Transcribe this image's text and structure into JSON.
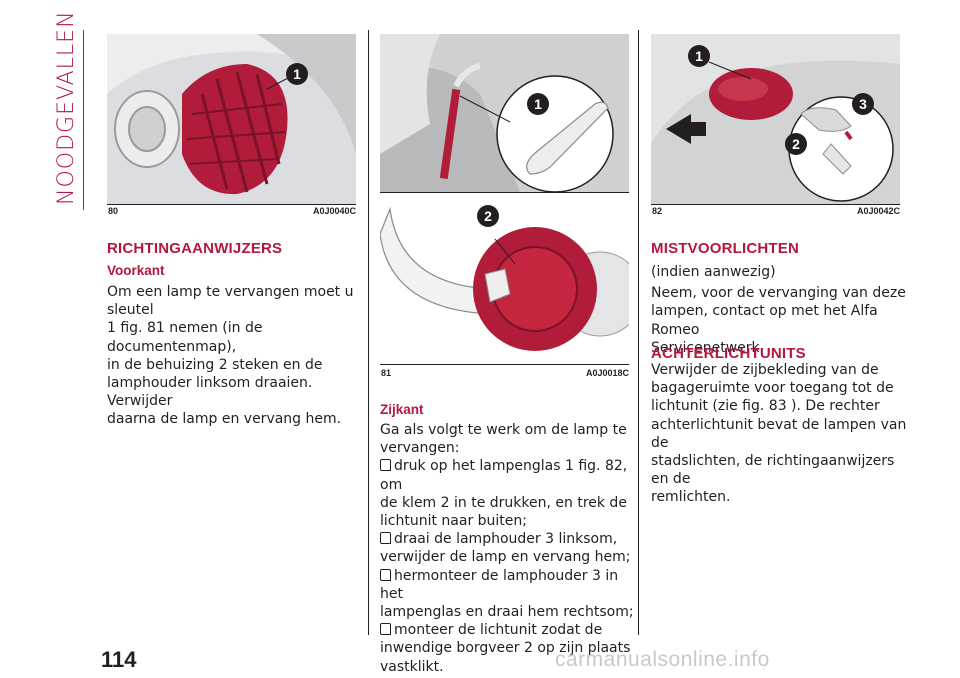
{
  "section_tab": "NOODGEVALLEN",
  "page_number": "114",
  "watermark": "carmanualsonline.info",
  "figures": {
    "fig80": {
      "number": "80",
      "code": "A0J0040C",
      "callouts": [
        "1"
      ]
    },
    "fig81": {
      "number": "81",
      "code": "A0J0018C",
      "callouts": [
        "1",
        "2"
      ]
    },
    "fig82": {
      "number": "82",
      "code": "A0J0042C",
      "callouts": [
        "1",
        "2",
        "3"
      ]
    }
  },
  "col1": {
    "heading": "RICHTINGAANWIJZERS",
    "subheading": "Voorkant",
    "lines": [
      "Om een lamp te vervangen moet u sleutel",
      "1 fig. 81 nemen (in de documentenmap),",
      "in de behuizing 2 steken en de",
      "lamphouder linksom draaien. Verwijder",
      "daarna de lamp en vervang hem."
    ]
  },
  "col2": {
    "subheading": "Zijkant",
    "intro_lines": [
      "Ga als volgt te werk om de lamp te",
      "vervangen:"
    ],
    "bullets": [
      {
        "first": "druk op het lampenglas 1 fig. 82, om",
        "rest": [
          "de klem 2 in te drukken, en trek de",
          "lichtunit naar buiten;"
        ]
      },
      {
        "first": "draai de lamphouder 3 linksom,",
        "rest": [
          "verwijder de lamp en vervang hem;"
        ]
      },
      {
        "first": "hermonteer de lamphouder 3 in het",
        "rest": [
          "lampenglas en draai hem rechtsom;"
        ]
      },
      {
        "first": "monteer de lichtunit zodat de",
        "rest": [
          "inwendige borgveer 2 op zijn plaats",
          "vastklikt."
        ]
      }
    ]
  },
  "col3": {
    "heading1": "MISTVOORLICHTEN",
    "h1_lines": [
      "(indien aanwezig)",
      "Neem, voor de vervanging van deze",
      "lampen, contact op met het Alfa Romeo",
      "Servicenetwerk."
    ],
    "heading2": "ACHTERLICHTUNITS",
    "h2_lines": [
      "Verwijder de zijbekleding van de",
      "bagageruimte voor toegang tot de",
      "lichtunit (zie fig. 83 ). De rechter",
      "achterlichtunit bevat de lampen van de",
      "stadslichten, de richtingaanwijzers en de",
      "remlichten."
    ]
  },
  "colors": {
    "accent": "#b5173e",
    "text": "#231f20",
    "figure_bg": "#e3e4e6",
    "part_red": "#b01c3a"
  }
}
